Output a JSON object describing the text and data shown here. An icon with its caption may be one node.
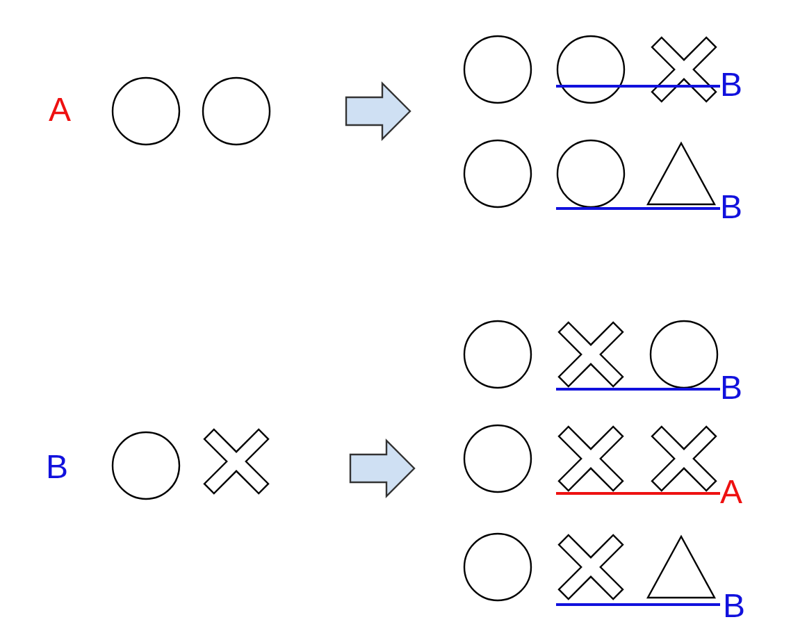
{
  "diagram": {
    "labels": [
      "A",
      "B",
      "B",
      "B",
      "B",
      "A",
      "B"
    ]
  }
}
